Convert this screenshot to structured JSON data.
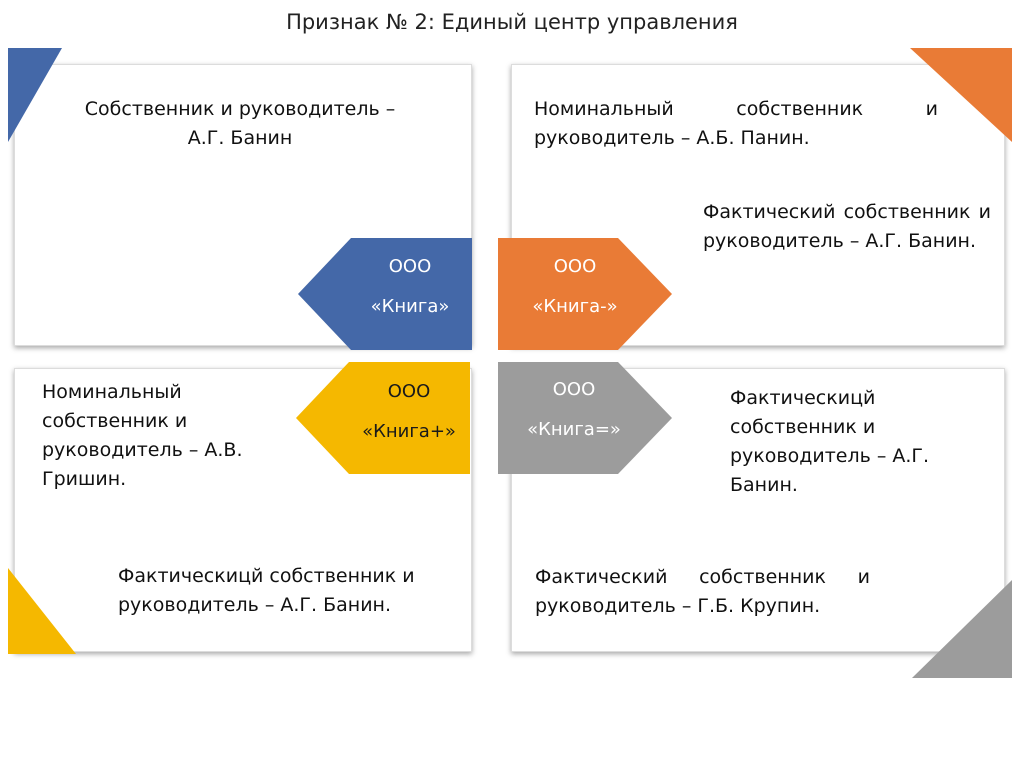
{
  "title": "Признак № 2: Единый центр управления",
  "colors": {
    "blue": "#4468A8",
    "orange": "#E97B36",
    "yellow": "#F5B800",
    "gray": "#9C9C9C"
  },
  "quadrants": {
    "top_left": {
      "company_line1": "ООО",
      "company_line2": "«Книга»",
      "text1": "Собственник и руководитель – А.Г. Банин"
    },
    "top_right": {
      "company_line1": "ООО",
      "company_line2": "«Книга-»",
      "text1": "Номинальный собственник и руководитель – А.Б. Панин.",
      "text2": "Фактический собственник и руководитель – А.Г. Банин."
    },
    "bottom_left": {
      "company_line1": "ООО",
      "company_line2": "«Книга+»",
      "text1": "Номинальный собственник и руководитель – А.В. Гришин.",
      "text2": "Фактическицй собственник и руководитель – А.Г. Банин."
    },
    "bottom_right": {
      "company_line1": "ООО",
      "company_line2": "«Книга=»",
      "text1": "Фактическицй собственник и руководитель – А.Г. Банин.",
      "text2": "Фактический собственник и руководитель – Г.Б. Крупин."
    }
  }
}
